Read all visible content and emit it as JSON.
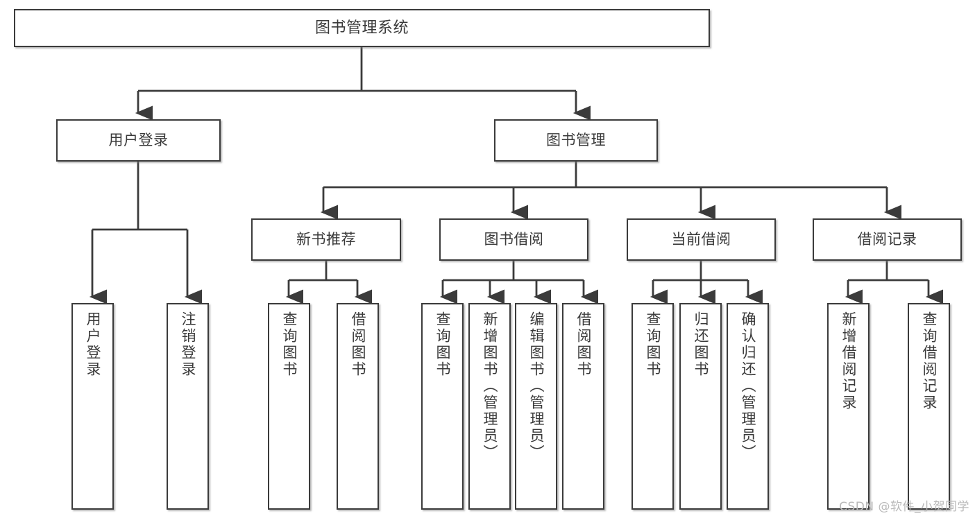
{
  "diagram": {
    "title": "图书管理系统",
    "watermark": "CSDN @软件_小贺同学",
    "colors": {
      "box_border": "#3b3b3b",
      "box_fill": "#ffffff",
      "text": "#3a3a3a",
      "connector": "#3b3b3b",
      "watermark": "#b9b9b9",
      "background": "#ffffff"
    },
    "root": {
      "label": "图书管理系统"
    },
    "level1": [
      {
        "label": "用户登录"
      },
      {
        "label": "图书管理"
      }
    ],
    "level2": [
      {
        "label": "新书推荐"
      },
      {
        "label": "图书借阅"
      },
      {
        "label": "当前借阅"
      },
      {
        "label": "借阅记录"
      }
    ],
    "leaves": {
      "user_login": [
        {
          "label": "用户登录"
        },
        {
          "label": "注销登录"
        }
      ],
      "new_book_recommend": [
        {
          "label": "查询图书"
        },
        {
          "label": "借阅图书"
        }
      ],
      "book_borrow": [
        {
          "label": "查询图书"
        },
        {
          "label": "新增图书（管理员）"
        },
        {
          "label": "编辑图书（管理员）"
        },
        {
          "label": "借阅图书"
        }
      ],
      "current_borrow": [
        {
          "label": "查询图书"
        },
        {
          "label": "归还图书"
        },
        {
          "label": "确认归还（管理员）"
        }
      ],
      "borrow_record": [
        {
          "label": "新增借阅记录"
        },
        {
          "label": "查询借阅记录"
        }
      ]
    }
  }
}
